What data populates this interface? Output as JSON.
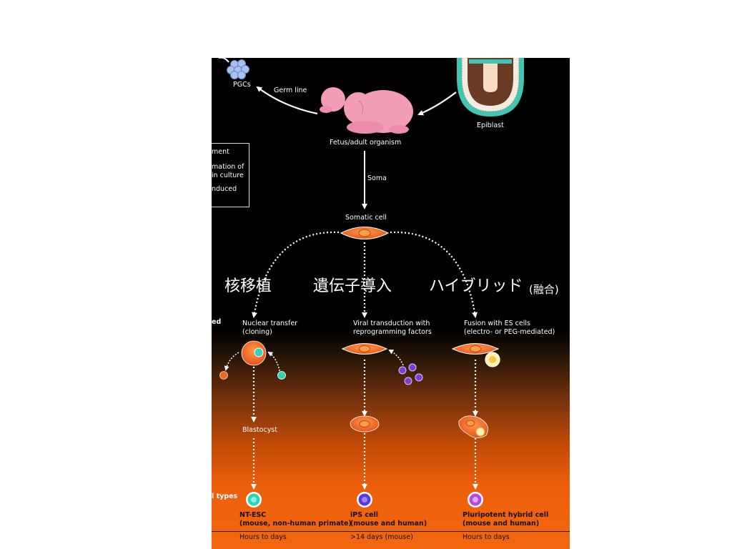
{
  "labels": {
    "pgcs": "PGCs",
    "germ_line": "Germ line",
    "epiblast": "Epiblast",
    "fetus": "Fetus/adult organism",
    "soma": "Soma",
    "somatic_cell": "Somatic cell",
    "left_fragment": "ed",
    "left_fragment2": "l types"
  },
  "legend": [
    "ment",
    "mation of",
    "in culture",
    "nduced"
  ],
  "annotations": {
    "nuclear_transfer_jp": "核移植",
    "gene_transfer_jp": "遺伝子導入",
    "hybrid_jp": "ハイブリッド",
    "fusion_jp": "(融合)"
  },
  "columns": [
    {
      "method": "Nuclear transfer",
      "method_sub": "(cloning)",
      "intermediate": "Blastocyst",
      "result": "NT-ESC",
      "result_sub": "(mouse, non-human primate)",
      "time": "Hours to days",
      "result_color": "#2fd4b4"
    },
    {
      "method": "Viral transduction with",
      "method_sub": "reprogramming factors",
      "intermediate": "",
      "result": "iPS cell",
      "result_sub": "(mouse and human)",
      "time": ">14 days (mouse)",
      "result_color": "#5a3ad8"
    },
    {
      "method": "Fusion with ES cells",
      "method_sub": "(electro- or PEG-mediated)",
      "intermediate": "",
      "result": "Pluripotent hybrid cell",
      "result_sub": "(mouse and human)",
      "time": "Hours to days",
      "result_color": "#b64ad8"
    }
  ],
  "colors": {
    "cell_orange": "#ef6a1f",
    "nucleus": "#f7a04a",
    "epiblast_teal": "#3fc6b7",
    "fetus_pink": "#f29db5",
    "pgc_blue": "#a8c2ee"
  }
}
